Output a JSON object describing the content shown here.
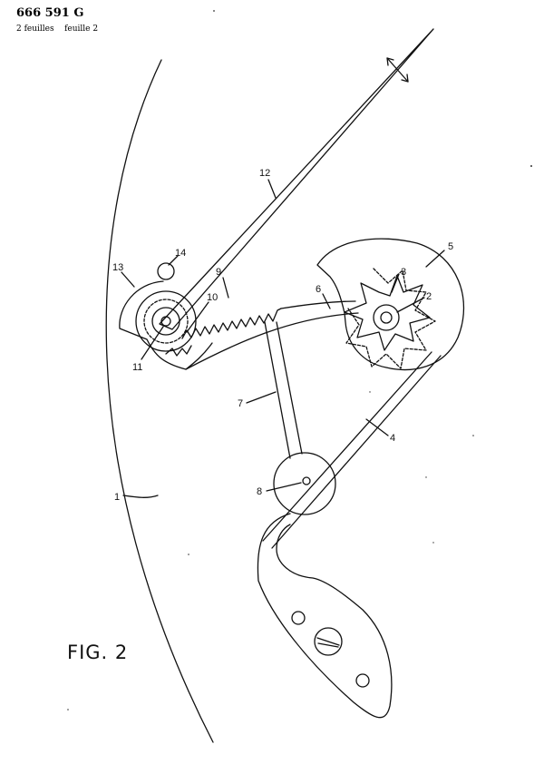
{
  "header": {
    "patent_number": "666 591 G",
    "sheet_info": "2 feuilles    feuille 2"
  },
  "figure_label": "FIG. 2",
  "reference_numerals": {
    "n1": "1",
    "n2": "2",
    "n3": "3",
    "n4": "4",
    "n5": "5",
    "n6": "6",
    "n7": "7",
    "n8": "8",
    "n9": "9",
    "n10": "10",
    "n11": "11",
    "n12": "12",
    "n13": "13",
    "n14": "14"
  }
}
